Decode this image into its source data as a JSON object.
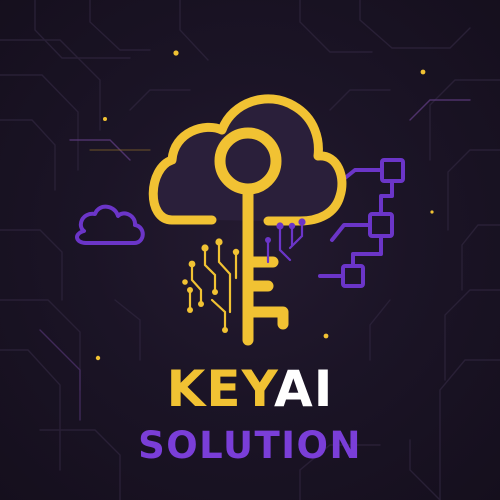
{
  "brand": {
    "name_part_1": "KEY",
    "name_part_2": "AI",
    "tagline": "SOLUTION"
  },
  "colors": {
    "background": "#1a1324",
    "key_gold": "#f1c233",
    "accent_purple": "#6b35c8",
    "text_white": "#ffffff",
    "text_purple": "#7a3ed8"
  },
  "icons": {
    "main": "cloud-key-icon",
    "left": "small-cloud-icon",
    "right": "node-network-icon",
    "circuit": "circuit-lines-icon"
  }
}
